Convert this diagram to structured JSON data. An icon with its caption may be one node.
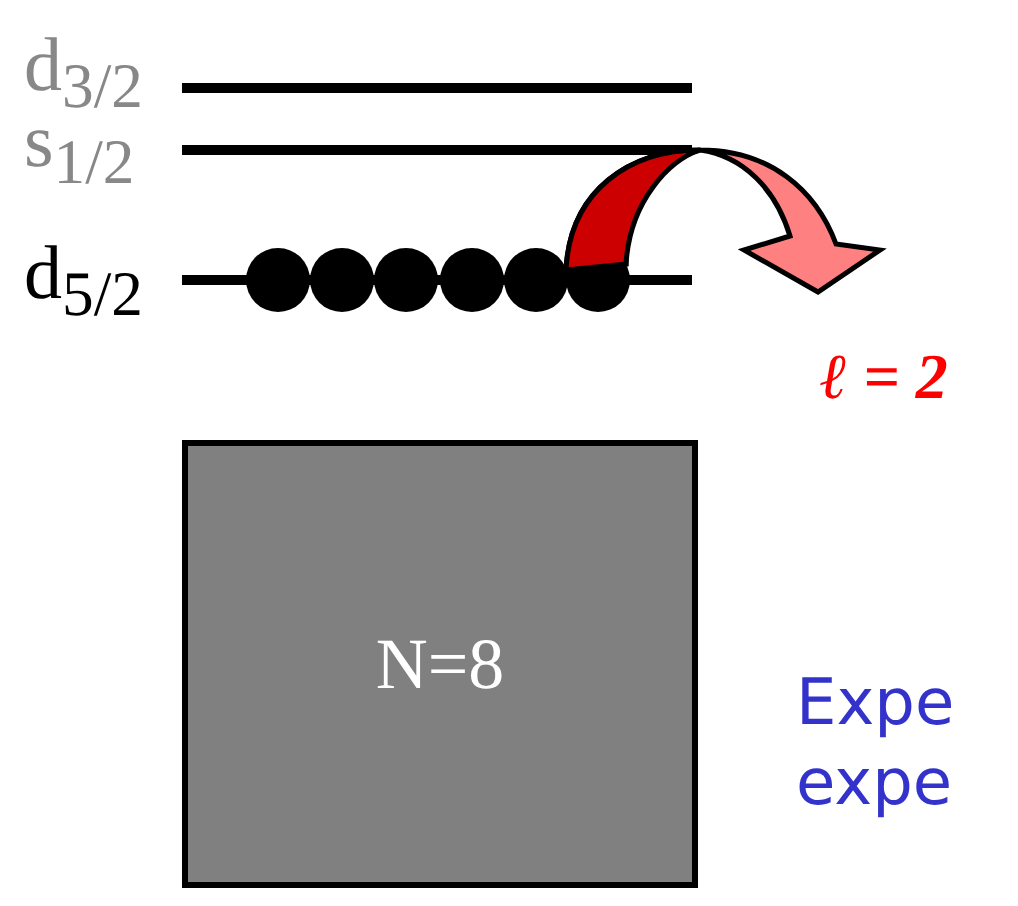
{
  "diagram": {
    "nodes": [
      {
        "text": [
          "N=8"
        ]
      }
    ],
    "labels": [
      "d$_{3/2}$",
      "s$_{1/2}$",
      "d$_{5/2}$",
      "ℓ = 2",
      "Expe",
      "expe"
    ]
  }
}
